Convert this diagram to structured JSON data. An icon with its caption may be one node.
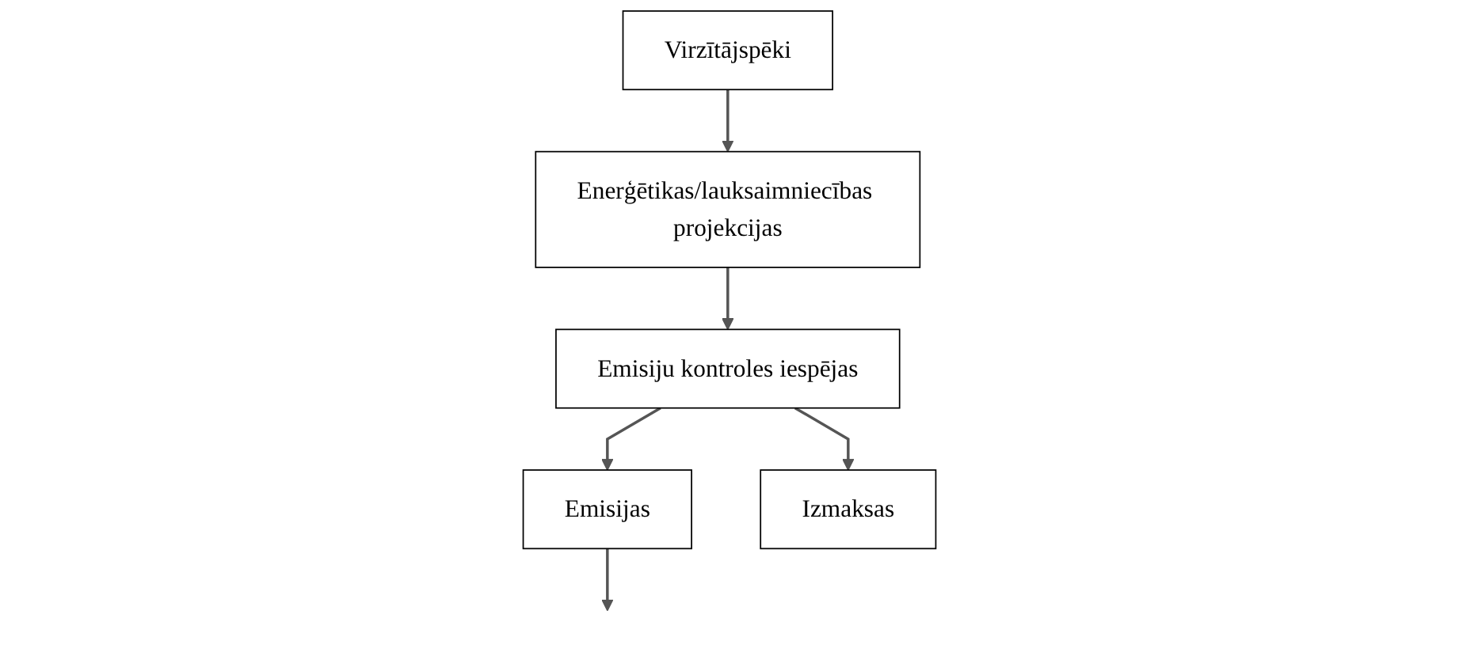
{
  "diagram": {
    "nodes": [
      {
        "text": [
          "Enerģētikas/lauksaimniecības projekcijas"
        ]
      },
      {
        "text": [
          "Virzītājspēki"
        ]
      },
      {
        "text": [
          "Emisiju kontroles iespējas"
        ]
      },
      {
        "text": [
          "Emisijas"
        ]
      },
      {
        "text": [
          "Izmaksas"
        ]
      }
    ],
    "edges": [
      {
        "from": 1,
        "to": 0,
        "arrow": "to"
      },
      {
        "from": 0,
        "to": 2,
        "arrow": "to"
      },
      {
        "from": 2,
        "to": 3,
        "arrow": "to"
      },
      {
        "from": 2,
        "to": 4,
        "arrow": "to"
      },
      {
        "from": 3,
        "to": null,
        "arrow": "to"
      }
    ]
  }
}
